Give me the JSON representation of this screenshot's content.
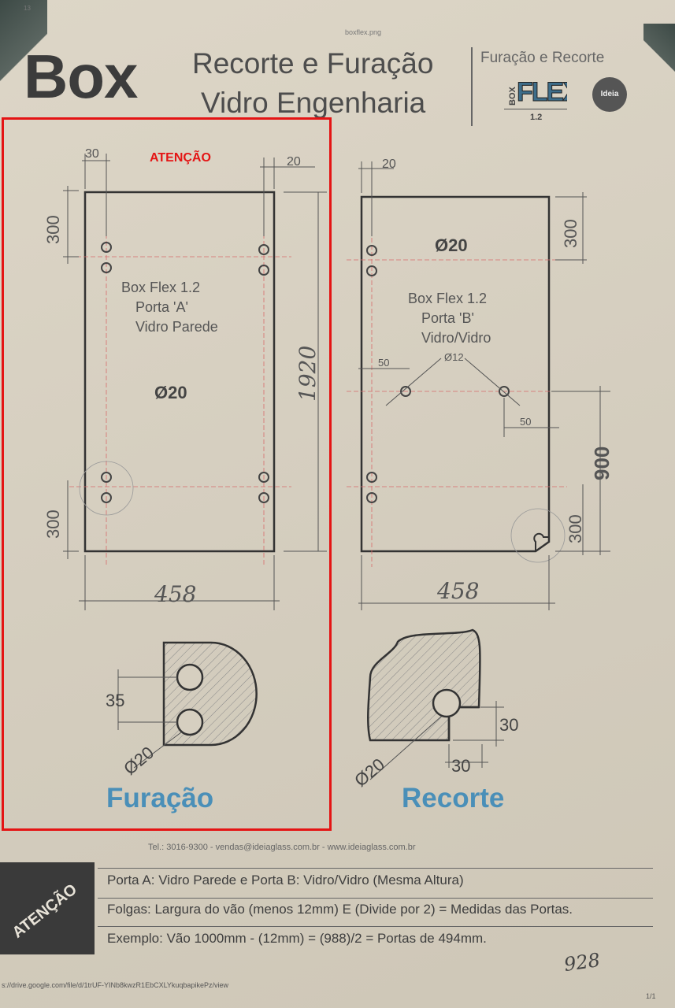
{
  "header": {
    "page_code": "13",
    "file_name": "boxflex.png",
    "brand": "Box",
    "title_line1": "Recorte e Furação",
    "title_line2": "Vidro Engenharia",
    "side_label": "Furação e Recorte",
    "logo_text": "FLEX",
    "logo_box": "BOX",
    "logo_version": "1.2",
    "logo_ideia": "Ideia"
  },
  "door_a": {
    "name": "Box Flex 1.2",
    "door": "Porta 'A'",
    "type": "Vidro Parede",
    "hole": "Ø20",
    "dim_top_left": "30",
    "dim_top_right": "20",
    "dim_height_top": "300",
    "dim_height_bottom": "300",
    "dim_total_height": "1920",
    "dim_width": "458"
  },
  "door_b": {
    "name": "Box Flex 1.2",
    "door": "Porta 'B'",
    "type": "Vidro/Vidro",
    "hole": "Ø20",
    "hole_small": "Ø12",
    "dim_top_left": "20",
    "dim_right_top": "300",
    "dim_right_bottom": "300",
    "dim_side_mid": "900",
    "dim_left_50": "50",
    "dim_right_50": "50",
    "dim_width": "458"
  },
  "details": {
    "furacao_label": "Furação",
    "recorte_label": "Recorte",
    "furacao_spacing": "35",
    "furacao_hole": "Ø20",
    "recorte_hole": "Ø20",
    "recorte_dim_v": "30",
    "recorte_dim_h": "30"
  },
  "footer": {
    "contact": "Tel.: 3016-9300 - vendas@ideiaglass.com.br - www.ideiaglass.com.br",
    "attention": "ATENÇÃO",
    "note1": "Porta A: Vidro Parede e Porta B: Vidro/Vidro (Mesma Altura)",
    "note2": "Folgas: Largura do vão (menos 12mm) E (Divide por 2) = Medidas das Portas.",
    "note3": "Exemplo: Vão 1000mm - (12mm) = (988)/2 = Portas de 494mm.",
    "url": "s://drive.google.com/file/d/1trUF-YINb8kwzR1EbCXLYkuqbapikePz/view",
    "page": "1/1",
    "handwritten": "928"
  },
  "annotation": {
    "label": "ATENÇÃO",
    "color": "#e41414"
  }
}
